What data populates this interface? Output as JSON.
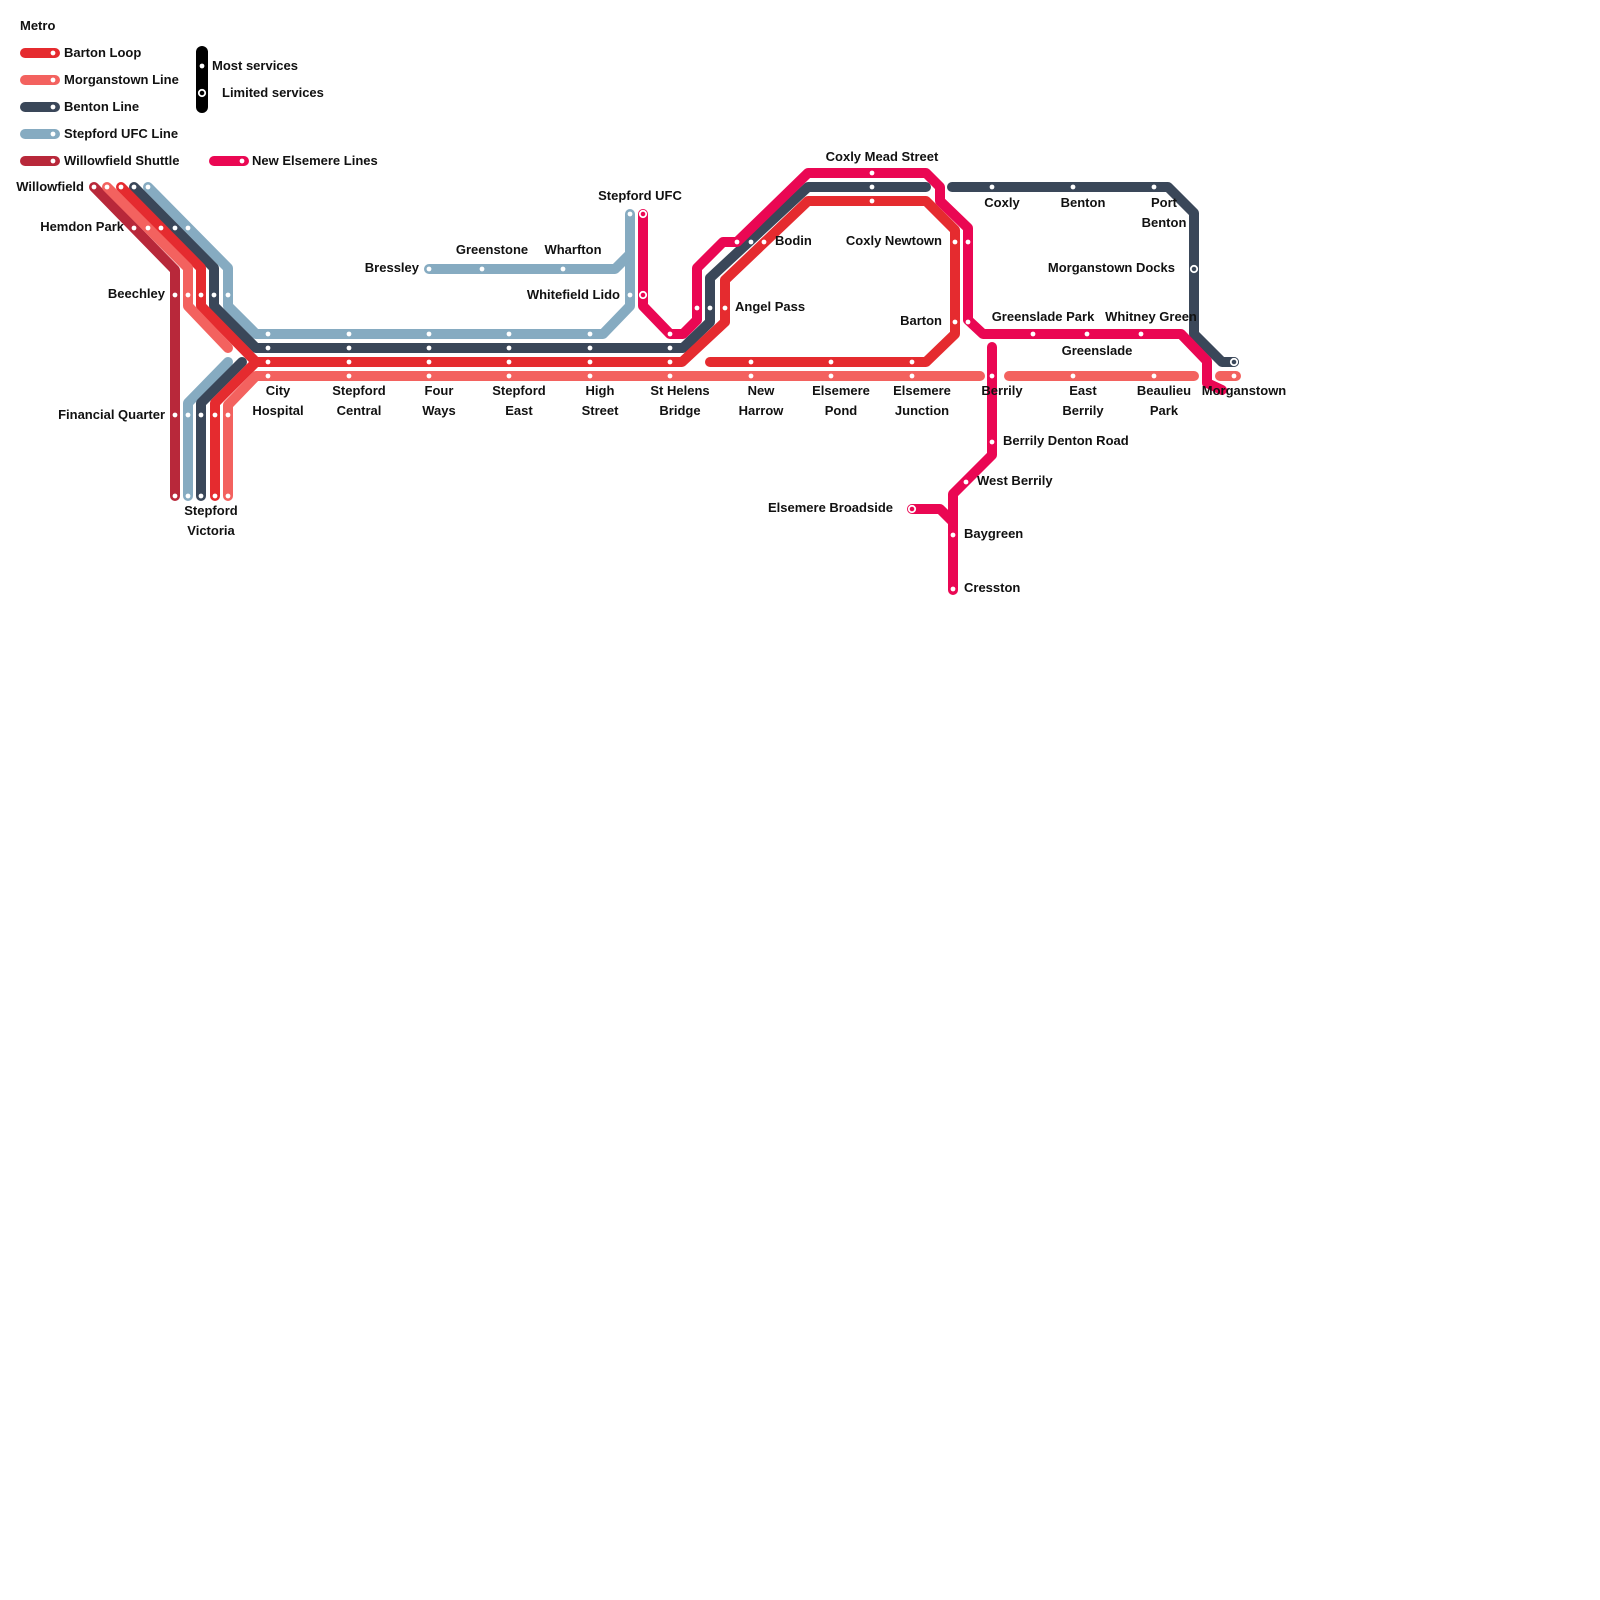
{
  "map": {
    "title": "Metro",
    "colors": {
      "barton_loop": "#e52b2f",
      "morganstown_line": "#f3625f",
      "benton_line": "#3a4759",
      "stepford_ufc_line": "#86abc1",
      "willowfield_shuttle": "#b8283a",
      "new_elsemere_lines": "#ea0753"
    },
    "legend": {
      "lines": [
        {
          "key": "barton_loop",
          "name": "Barton Loop"
        },
        {
          "key": "morganstown_line",
          "name": "Morganstown Line"
        },
        {
          "key": "benton_line",
          "name": "Benton Line"
        },
        {
          "key": "stepford_ufc_line",
          "name": "Stepford UFC Line"
        },
        {
          "key": "willowfield_shuttle",
          "name": "Willowfield Shuttle"
        },
        {
          "key": "new_elsemere_lines",
          "name": "New Elsemere Lines"
        }
      ],
      "services": {
        "most": "Most services",
        "limited": "Limited services"
      }
    },
    "stations": {
      "willowfield": "Willowfield",
      "hemdon_park": "Hemdon Park",
      "beechley": "Beechley",
      "financial_quarter": "Financial Quarter",
      "stepford_victoria_1": "Stepford",
      "stepford_victoria_2": "Victoria",
      "city_hospital_1": "City",
      "city_hospital_2": "Hospital",
      "stepford_central_1": "Stepford",
      "stepford_central_2": "Central",
      "four_ways_1": "Four",
      "four_ways_2": "Ways",
      "stepford_east_1": "Stepford",
      "stepford_east_2": "East",
      "high_street_1": "High",
      "high_street_2": "Street",
      "st_helens_bridge_1": "St Helens",
      "st_helens_bridge_2": "Bridge",
      "new_harrow_1": "New",
      "new_harrow_2": "Harrow",
      "elsemere_pond_1": "Elsemere",
      "elsemere_pond_2": "Pond",
      "elsemere_junction_1": "Elsemere",
      "elsemere_junction_2": "Junction",
      "berrily": "Berrily",
      "east_berrily_1": "East",
      "east_berrily_2": "Berrily",
      "beaulieu_park_1": "Beaulieu",
      "beaulieu_park_2": "Park",
      "morganstown": "Morganstown",
      "bressley": "Bressley",
      "greenstone": "Greenstone",
      "wharfton": "Wharfton",
      "stepford_ufc": "Stepford UFC",
      "whitefield_lido": "Whitefield Lido",
      "bodin": "Bodin",
      "angel_pass": "Angel Pass",
      "coxly_mead_street": "Coxly Mead Street",
      "coxly_newtown": "Coxly Newtown",
      "barton": "Barton",
      "coxly": "Coxly",
      "benton": "Benton",
      "port_benton_1": "Port",
      "port_benton_2": "Benton",
      "morganstown_docks": "Morganstown Docks",
      "greenslade_park": "Greenslade Park",
      "greenslade": "Greenslade",
      "whitney_green": "Whitney Green",
      "berrily_denton_road": "Berrily Denton Road",
      "west_berrily": "West Berrily",
      "elsemere_broadside": "Elsemere Broadside",
      "baygreen": "Baygreen",
      "cresston": "Cresston"
    }
  }
}
